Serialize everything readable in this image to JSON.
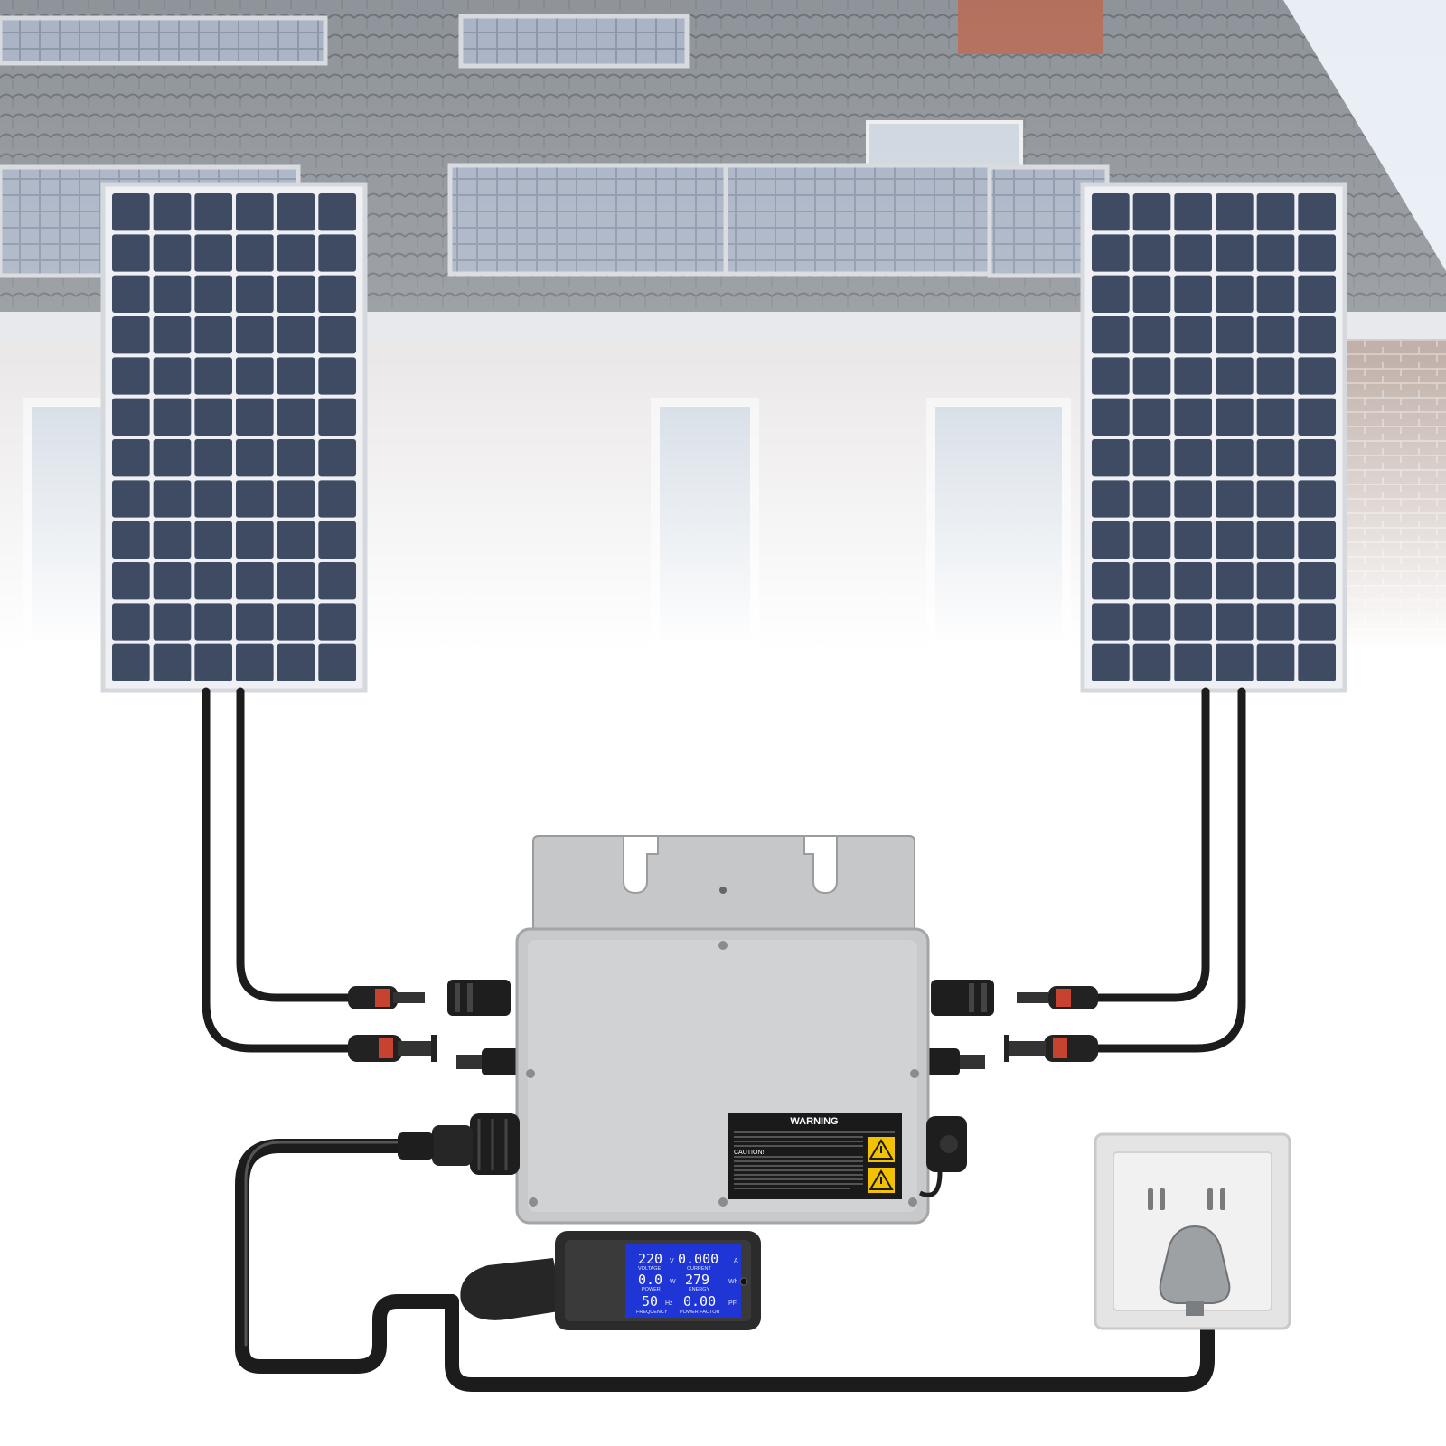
{
  "colors": {
    "roof": "#8e9399",
    "panel_cell": "#3f4a63",
    "panel_frame": "#d5d8dc",
    "inverter_body": "#c7c9cb",
    "cable": "#1c1c1c",
    "lcd_screen": "#1f35d6",
    "connector_accent": "#c7432f",
    "warning_label": "#1a1a1a"
  },
  "inverter": {
    "label_title": "WARNING",
    "label_section": "CAUTION!"
  },
  "meter": {
    "voltage_value": "220",
    "voltage_unit": "V",
    "voltage_label": "VOLTAGE",
    "current_value": "0.000",
    "current_unit": "A",
    "current_label": "CURRENT",
    "power_value": "0.0",
    "power_unit": "W",
    "power_label": "POWER",
    "energy_value": "279",
    "energy_unit": "Wh",
    "energy_label": "ENERGY",
    "frequency_value": "50",
    "frequency_unit": "Hz",
    "frequency_label": "FREQUENCY",
    "pf_value": "0.00",
    "pf_unit": "PF",
    "pf_label": "POWER FACTOR"
  },
  "icons": [
    "warning-triangle-icon",
    "warning-triangle-icon"
  ]
}
